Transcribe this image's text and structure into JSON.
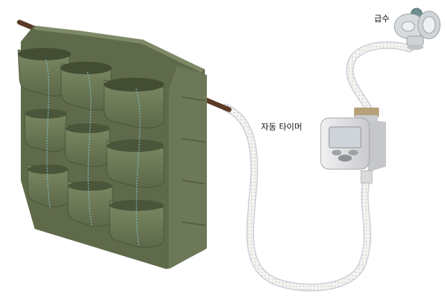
{
  "labels": {
    "water_supply": "급수",
    "auto_timer": "자동 타이머"
  },
  "colors": {
    "planter": "#6e7a58",
    "planter_dark": "#4f5a3d",
    "planter_light": "#8a9570",
    "rod": "#5a3a26",
    "hose": "#f4efe8",
    "hose_dot": "#b8c8d6",
    "drip": "#7fb6b6",
    "timer_body": "#e4e4e6",
    "timer_screen": "#cfd3d8",
    "faucet": "#c9ced2"
  },
  "icons": [
    "wall-planter",
    "drip-line",
    "timer-device",
    "faucet-icon",
    "hose-pipe"
  ]
}
